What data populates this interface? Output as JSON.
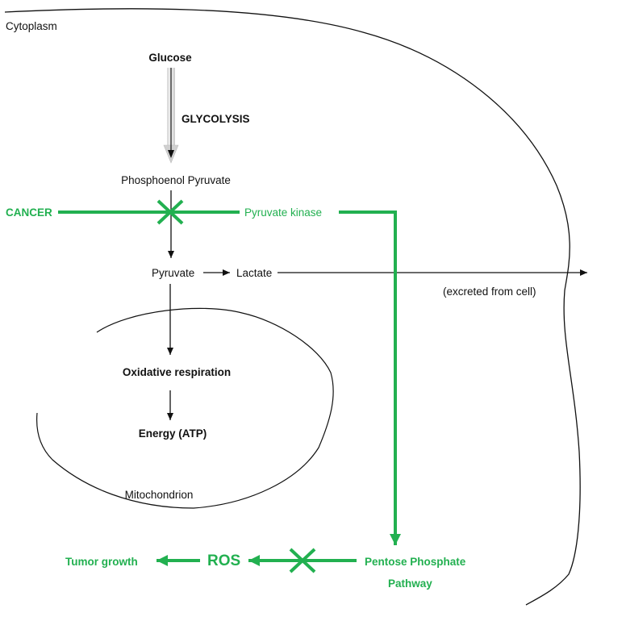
{
  "labels": {
    "cytoplasm": "Cytoplasm",
    "glucose": "Glucose",
    "glycolysis": "GLYCOLYSIS",
    "phosphoenol_pyruvate": "Phosphoenol Pyruvate",
    "cancer": "CANCER",
    "pyruvate_kinase": "Pyruvate kinase",
    "pyruvate": "Pyruvate",
    "lactate": "Lactate",
    "excreted": "(excreted from cell)",
    "oxidative_respiration": "Oxidative respiration",
    "energy": "Energy (ATP)",
    "mitochondrion": "Mitochondrion",
    "tumor_growth": "Tumor growth",
    "ros": "ROS",
    "pentose_line1": "Pentose Phosphate",
    "pentose_line2": "Pathway"
  },
  "colors": {
    "green": "#22b050",
    "black": "#111111"
  }
}
